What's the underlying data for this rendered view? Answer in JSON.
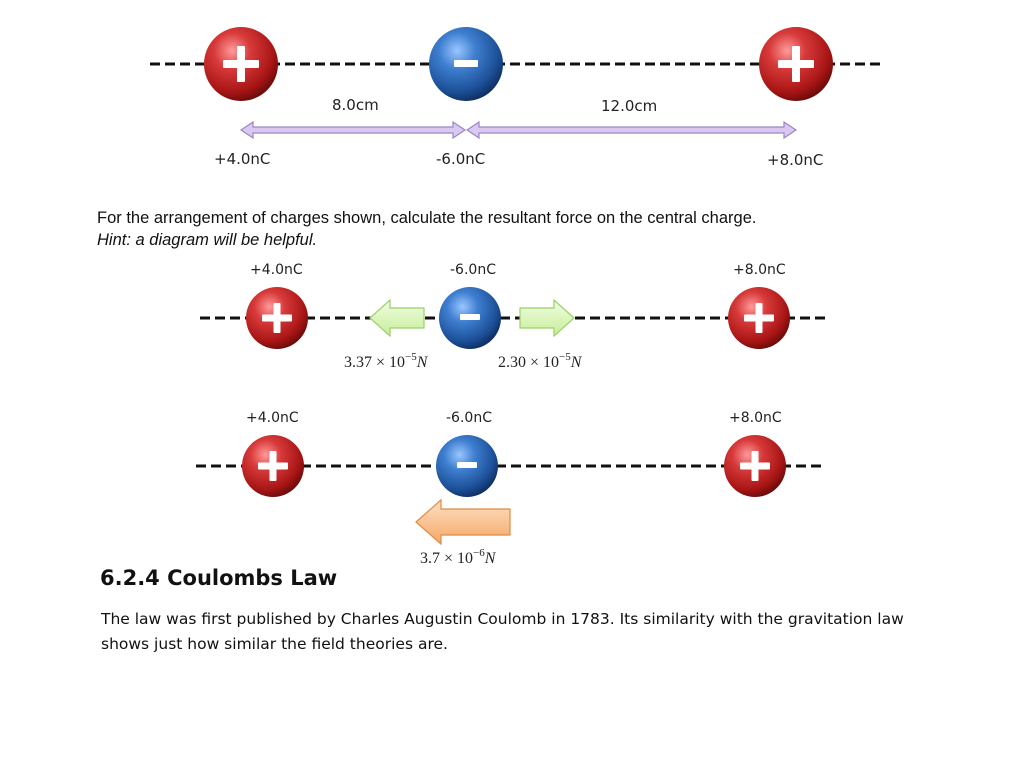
{
  "diagram_top": {
    "charges": [
      {
        "sign": "+",
        "label": "+4.0nC"
      },
      {
        "sign": "-",
        "label": "-6.0nC"
      },
      {
        "sign": "+",
        "label": "+8.0nC"
      }
    ],
    "distances": [
      "8.0cm",
      "12.0cm"
    ]
  },
  "problem": {
    "text": "For the arrangement of charges shown, calculate the resultant force on the central charge.",
    "hint": "Hint: a diagram will be helpful."
  },
  "diagram_forces": {
    "charges": [
      {
        "sign": "+",
        "label": "+4.0nC"
      },
      {
        "sign": "-",
        "label": "-6.0nC"
      },
      {
        "sign": "+",
        "label": "+8.0nC"
      }
    ],
    "force_left": {
      "mantissa": "3.37 × 10",
      "exponent": "−5",
      "unit": "N"
    },
    "force_right": {
      "mantissa": "2.30 × 10",
      "exponent": "−5",
      "unit": "N"
    }
  },
  "diagram_resultant": {
    "charges": [
      {
        "sign": "+",
        "label": "+4.0nC"
      },
      {
        "sign": "-",
        "label": "-6.0nC"
      },
      {
        "sign": "+",
        "label": "+8.0nC"
      }
    ],
    "resultant": {
      "mantissa": "3.7 × 10",
      "exponent": "−6",
      "unit": "N"
    }
  },
  "section": {
    "heading": "6.2.4 Coulombs Law",
    "body": "The law was first published by Charles Augustin Coulomb in 1783. Its similarity with the gravitation law shows just how similar the field theories are."
  },
  "colors": {
    "positive": "#c62828",
    "negative": "#1e5aa8",
    "distance_arrow": "#c9b8e6",
    "force_arrow": "#d8f5b4",
    "resultant_arrow": "#f8c08c"
  }
}
